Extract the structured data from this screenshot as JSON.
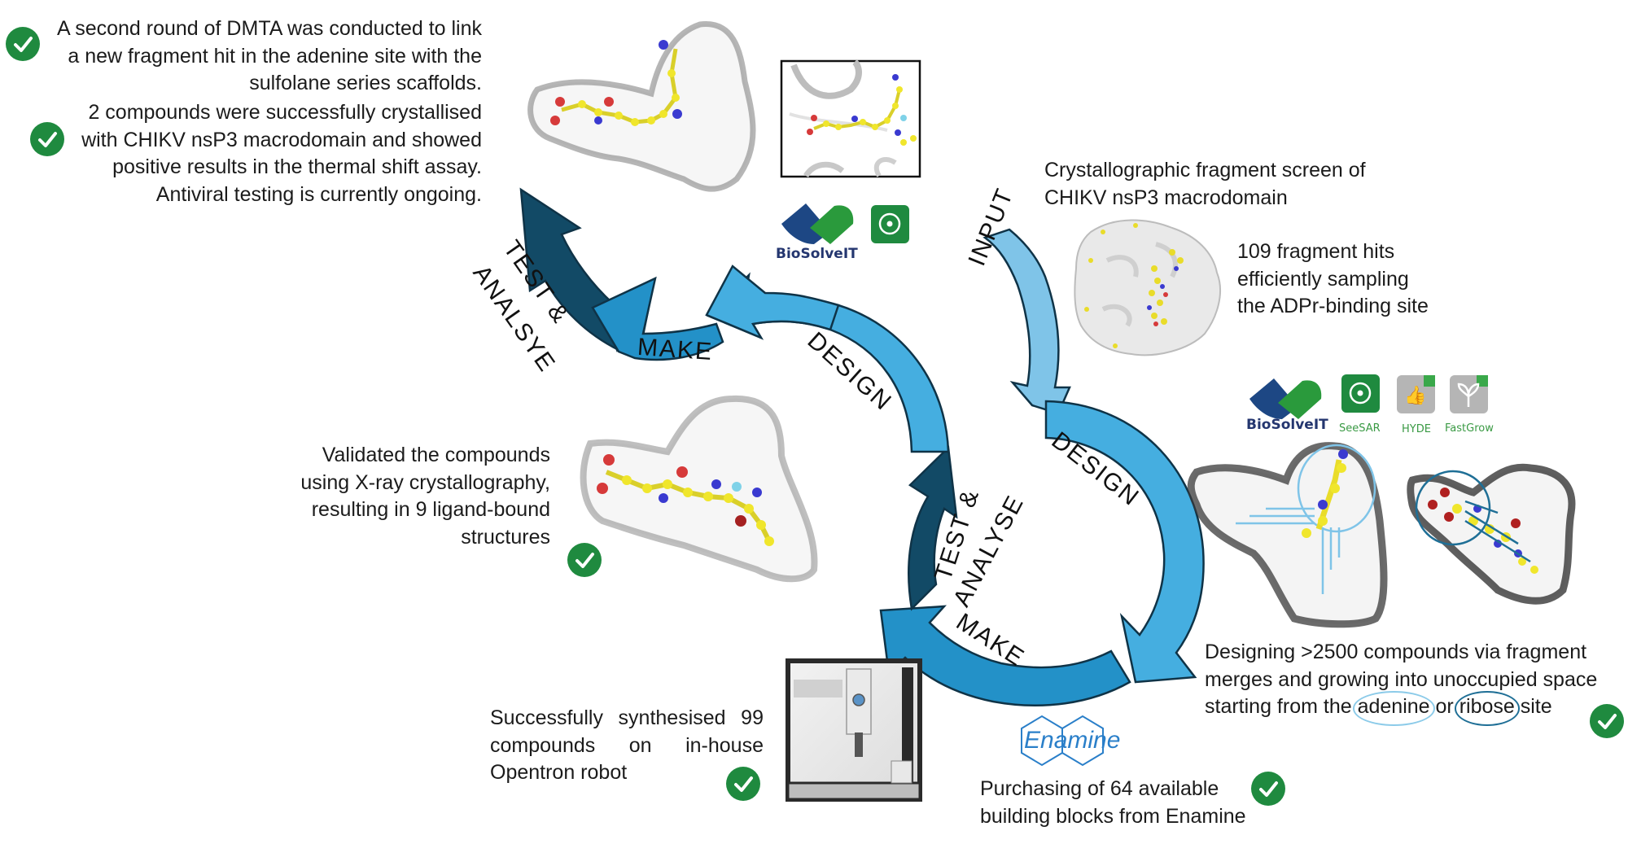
{
  "colors": {
    "check_green": "#1f8a3f",
    "arrow_light": "#7fc4e8",
    "arrow_mid": "#45aee0",
    "arrow_medium_dark": "#2391c8",
    "arrow_dark": "#124a66",
    "arrow_outline": "#0f3347",
    "adenine_circle": "#8ccbe9",
    "ribose_circle": "#1f6f96",
    "biosolveit_blue": "#1d4784",
    "biosolveit_green": "#2a9a3c",
    "enamine_blue": "#2a7fc9"
  },
  "stages": {
    "input": "INPUT",
    "design_lower": "DESIGN",
    "make_lower": "MAKE",
    "test_lower": "TEST &",
    "analyse_lower": "ANALYSE",
    "design_upper": "DESIGN",
    "make_upper": "MAKE",
    "test_upper": "TEST &",
    "analyse_upper": "ANALSYE"
  },
  "notes": {
    "second_round": {
      "lines": [
        "A second round of DMTA was conducted to link",
        "a new fragment hit in the adenine site with the",
        "sulfolane series scaffolds."
      ],
      "checked": true
    },
    "crystallised": {
      "lines": [
        "2 compounds were successfully crystallised",
        "with CHIKV nsP3 macrodomain and showed",
        "positive results in the thermal shift assay.",
        "Antiviral testing is currently ongoing."
      ],
      "checked": true
    },
    "fragment_screen": {
      "lines": [
        "Crystallographic fragment screen of",
        "CHIKV nsP3 macrodomain"
      ]
    },
    "fragment_hits": {
      "lines": [
        "109 fragment hits",
        "efficiently sampling",
        "the  ADPr-binding site"
      ]
    },
    "validated": {
      "lines": [
        "Validated the compounds",
        "using X-ray crystallography,",
        "resulting in 9 ligand-bound",
        "structures"
      ],
      "checked": true
    },
    "designing": {
      "line1": "Designing >2500 compounds via fragment",
      "line2": "merges and growing into unoccupied space",
      "line3_pre": "starting from the ",
      "adenine": "adenine",
      "or": " or ",
      "ribose": "ribose",
      "site": " site",
      "checked": true
    },
    "synthesised": {
      "lines": [
        "Successfully synthesised 99",
        "compounds on in-house",
        "Opentron robot"
      ],
      "checked": true
    },
    "purchasing": {
      "lines": [
        "Purchasing of 64 available",
        "building blocks from Enamine"
      ],
      "checked": true
    }
  },
  "logos": {
    "biosolveit": "BioSolveIT",
    "seesar": "SeeSAR",
    "hyde": "HYDE",
    "fastgrow": "FastGrow",
    "enamine": "Enamine"
  }
}
